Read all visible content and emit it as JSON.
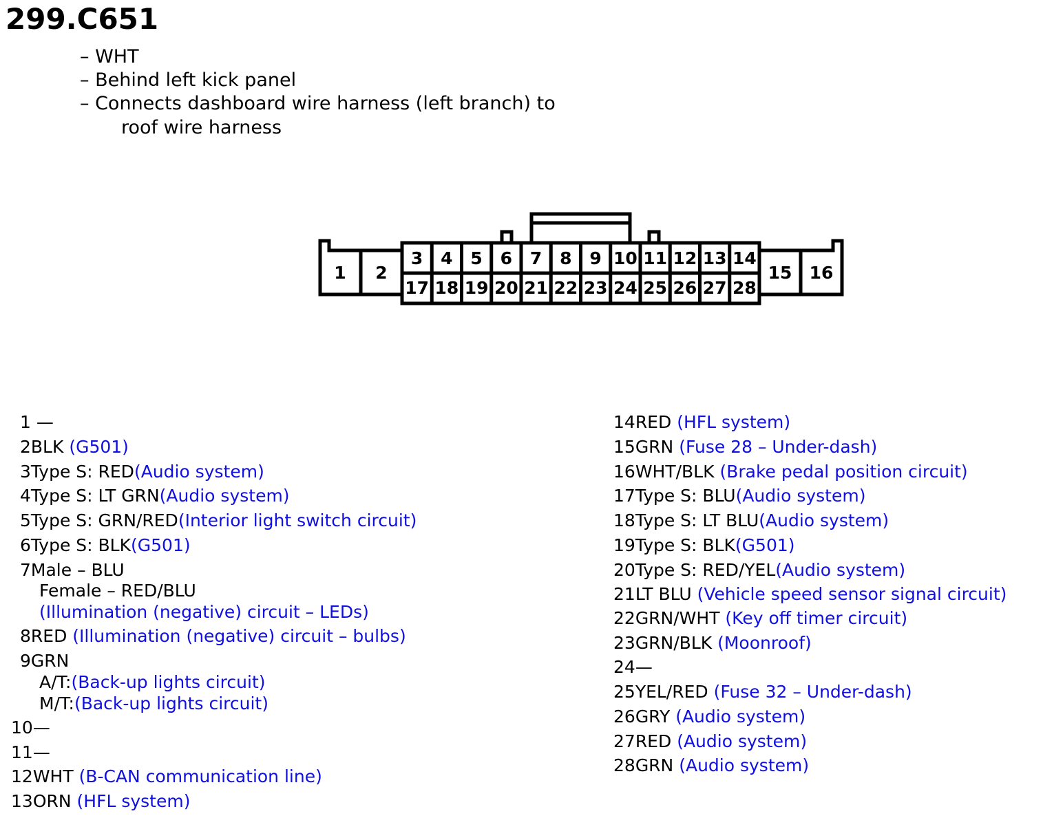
{
  "title": "299.C651",
  "info": [
    "– WHT",
    "– Behind left kick panel",
    "– Connects dashboard wire harness (left branch) to",
    "roof wire harness"
  ],
  "connector": {
    "top_row": [
      "3",
      "4",
      "5",
      "6",
      "7",
      "8",
      "9",
      "10",
      "11",
      "12",
      "13",
      "14"
    ],
    "bottom_row": [
      "17",
      "18",
      "19",
      "20",
      "21",
      "22",
      "23",
      "24",
      "25",
      "26",
      "27",
      "28"
    ],
    "left_pins": [
      "1",
      "2"
    ],
    "right_pins": [
      "15",
      "16"
    ]
  },
  "left_lines": [
    {
      "num": "1",
      "text": " —",
      "desc": ""
    },
    {
      "num": "2",
      "text": "BLK  ",
      "desc": "(G501)"
    },
    {
      "num": "3",
      "text": "Type S: RED",
      "desc": "(Audio system)"
    },
    {
      "num": "4",
      "text": "Type S: LT GRN",
      "desc": "(Audio system)"
    },
    {
      "num": "5",
      "text": "Type S: GRN/RED",
      "desc": "(Interior light switch circuit)"
    },
    {
      "num": "6",
      "text": "Type S: BLK",
      "desc": "(G501)"
    },
    {
      "num": "7",
      "text": "Male – BLU",
      "desc": ""
    },
    {
      "num": "",
      "text": "Female – RED/BLU",
      "desc": ""
    },
    {
      "num": "",
      "text": "",
      "desc": "(Illumination (negative) circuit – LEDs)"
    },
    {
      "num": "8",
      "text": "RED  ",
      "desc": "(Illumination (negative) circuit – bulbs)"
    },
    {
      "num": "9",
      "text": "GRN",
      "desc": ""
    },
    {
      "num": "",
      "text": "A/T:",
      "desc": "(Back-up lights circuit)"
    },
    {
      "num": "",
      "text": "M/T:",
      "desc": "(Back-up lights circuit)"
    },
    {
      "num": "10",
      "text": "—",
      "desc": ""
    },
    {
      "num": "11",
      "text": "—",
      "desc": ""
    },
    {
      "num": "12",
      "text": "WHT ",
      "desc": "(B-CAN communication line)"
    },
    {
      "num": "13",
      "text": "ORN ",
      "desc": "(HFL system)"
    }
  ],
  "right_lines": [
    {
      "num": "14",
      "text": "RED  ",
      "desc": "(HFL system)"
    },
    {
      "num": "15",
      "text": "GRN  ",
      "desc": "(Fuse 28 – Under-dash)"
    },
    {
      "num": "16",
      "text": "WHT/BLK ",
      "desc": "(Brake pedal position circuit)"
    },
    {
      "num": "17",
      "text": "Type S: BLU",
      "desc": "(Audio system)"
    },
    {
      "num": "18",
      "text": "Type S: LT BLU",
      "desc": "(Audio system)"
    },
    {
      "num": "19",
      "text": "Type S: BLK",
      "desc": "(G501)"
    },
    {
      "num": "20",
      "text": "Type S: RED/YEL",
      "desc": "(Audio system)"
    },
    {
      "num": "21",
      "text": "LT BLU ",
      "desc": "(Vehicle speed sensor signal circuit)"
    },
    {
      "num": "22",
      "text": "GRN/WHT ",
      "desc": "(Key off timer circuit)"
    },
    {
      "num": "23",
      "text": "GRN/BLK ",
      "desc": "(Moonroof)"
    },
    {
      "num": "24",
      "text": "—",
      "desc": ""
    },
    {
      "num": "25",
      "text": "YEL/RED ",
      "desc": "(Fuse 32 – Under-dash)"
    },
    {
      "num": "26",
      "text": "GRY  ",
      "desc": "(Audio system)"
    },
    {
      "num": "27",
      "text": "RED  ",
      "desc": "(Audio system)"
    },
    {
      "num": "28",
      "text": "GRN  ",
      "desc": "(Audio system)"
    }
  ]
}
